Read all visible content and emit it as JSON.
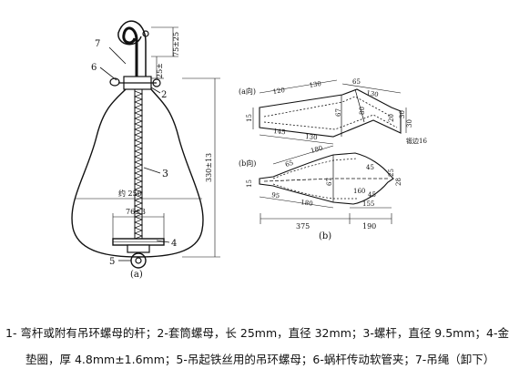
{
  "figure_a": {
    "panel_label": "(a)",
    "parts": [
      "7",
      "6",
      "2",
      "3",
      "4",
      "5"
    ],
    "dims": {
      "hook_height": "75±25",
      "nut_height": "25±",
      "total_height": "330±13",
      "width": "约 250",
      "ring_dia": "76±3"
    }
  },
  "figure_b": {
    "panel_label": "(b)",
    "top_label": "(a向)",
    "bottom_label": "(b向)",
    "top_dims": [
      "120",
      "130",
      "65",
      "130",
      "15",
      "145",
      "130",
      "67",
      "80",
      "20",
      "30",
      "30",
      "锻边16"
    ],
    "bottom_dims": [
      "65",
      "180",
      "25",
      "45",
      "95",
      "180",
      "67",
      "160",
      "45",
      "28",
      "15"
    ],
    "base_dims": [
      "375",
      "155",
      "190"
    ]
  },
  "caption": {
    "line1": "1- 弯杆或附有吊环螺母的杆；2-套筒螺母，长 25mm，直径 32mm；3-螺杆，直径 9.5mm；4-金属",
    "line2": "垫圈，厚 4.8mm±1.6mm；5-吊起铁丝用的吊环螺母；6-蜗杆传动软管夹；7-吊绳（卸下）"
  }
}
